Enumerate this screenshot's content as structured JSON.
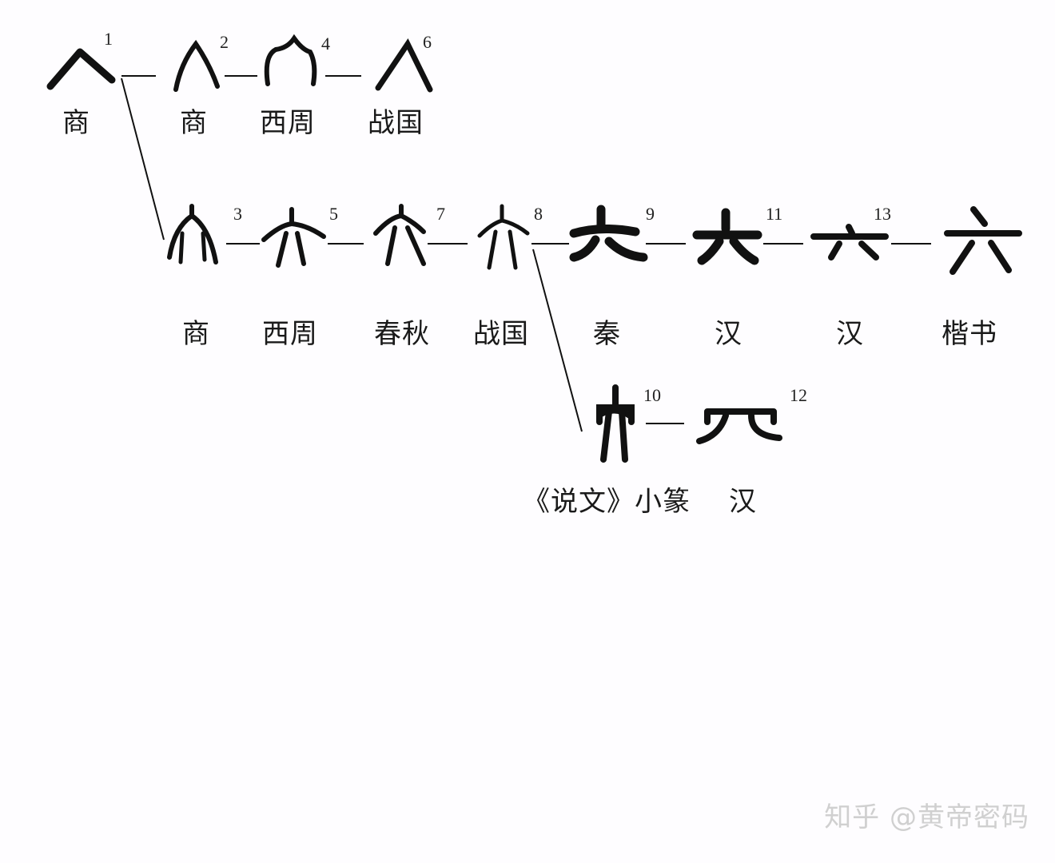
{
  "diagram": {
    "numbers": {
      "n1": "1",
      "n2": "2",
      "n3": "3",
      "n4": "4",
      "n5": "5",
      "n6": "6",
      "n7": "7",
      "n8": "8",
      "n9": "9",
      "n10": "10",
      "n11": "11",
      "n12": "12",
      "n13": "13"
    },
    "eras": {
      "e1": "商",
      "e2": "商",
      "e4": "西周",
      "e6": "战国",
      "e3": "商",
      "e5": "西周",
      "e7": "春秋",
      "e8": "战国",
      "e9": "秦",
      "e11": "汉",
      "e13": "汉",
      "kaishu": "楷书",
      "shuowen": "《说文》小篆",
      "e12": "汉"
    }
  },
  "watermark": "知乎 @黄帝密码"
}
